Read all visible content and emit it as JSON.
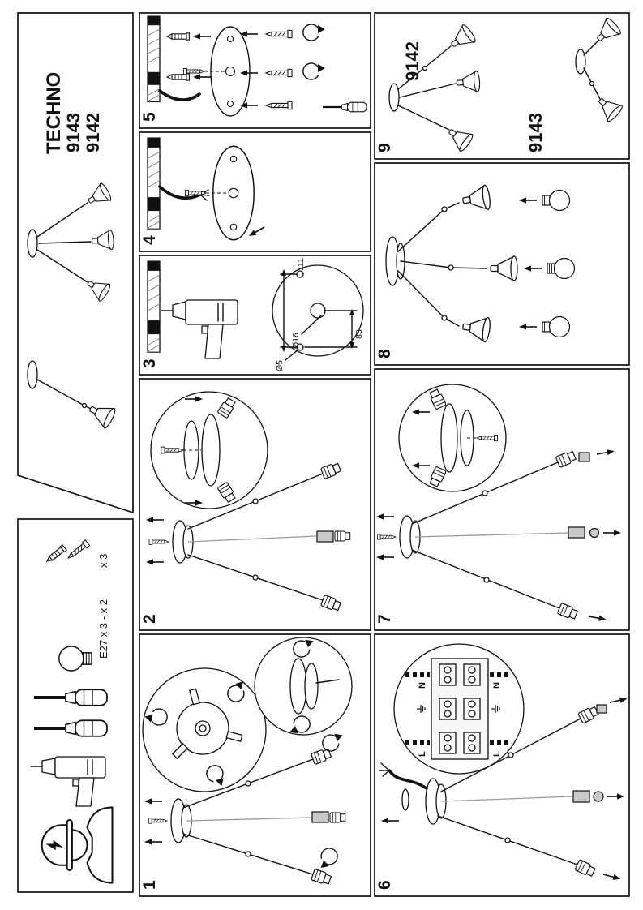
{
  "colors": {
    "ink": "#111111",
    "paper": "#ffffff"
  },
  "title_block": {
    "brand": "TECHNO",
    "model_a": "9143",
    "model_b": "9142"
  },
  "parts_list": {
    "anchor_qty": "x 3",
    "bulb_spec": "E27 x 3 - x 2"
  },
  "steps": [
    "1",
    "2",
    "3",
    "4",
    "5",
    "6",
    "7",
    "8",
    "9"
  ],
  "drilling_template": {
    "dim_height": "111",
    "dim_center_hole": "Ø16",
    "dim_fix_hole": "Ø5",
    "dim_offset": "83"
  },
  "wiring": {
    "neutral": "N",
    "live": "L"
  },
  "product_labels": {
    "multi_arm": "9142",
    "twin_arm": "9143"
  }
}
